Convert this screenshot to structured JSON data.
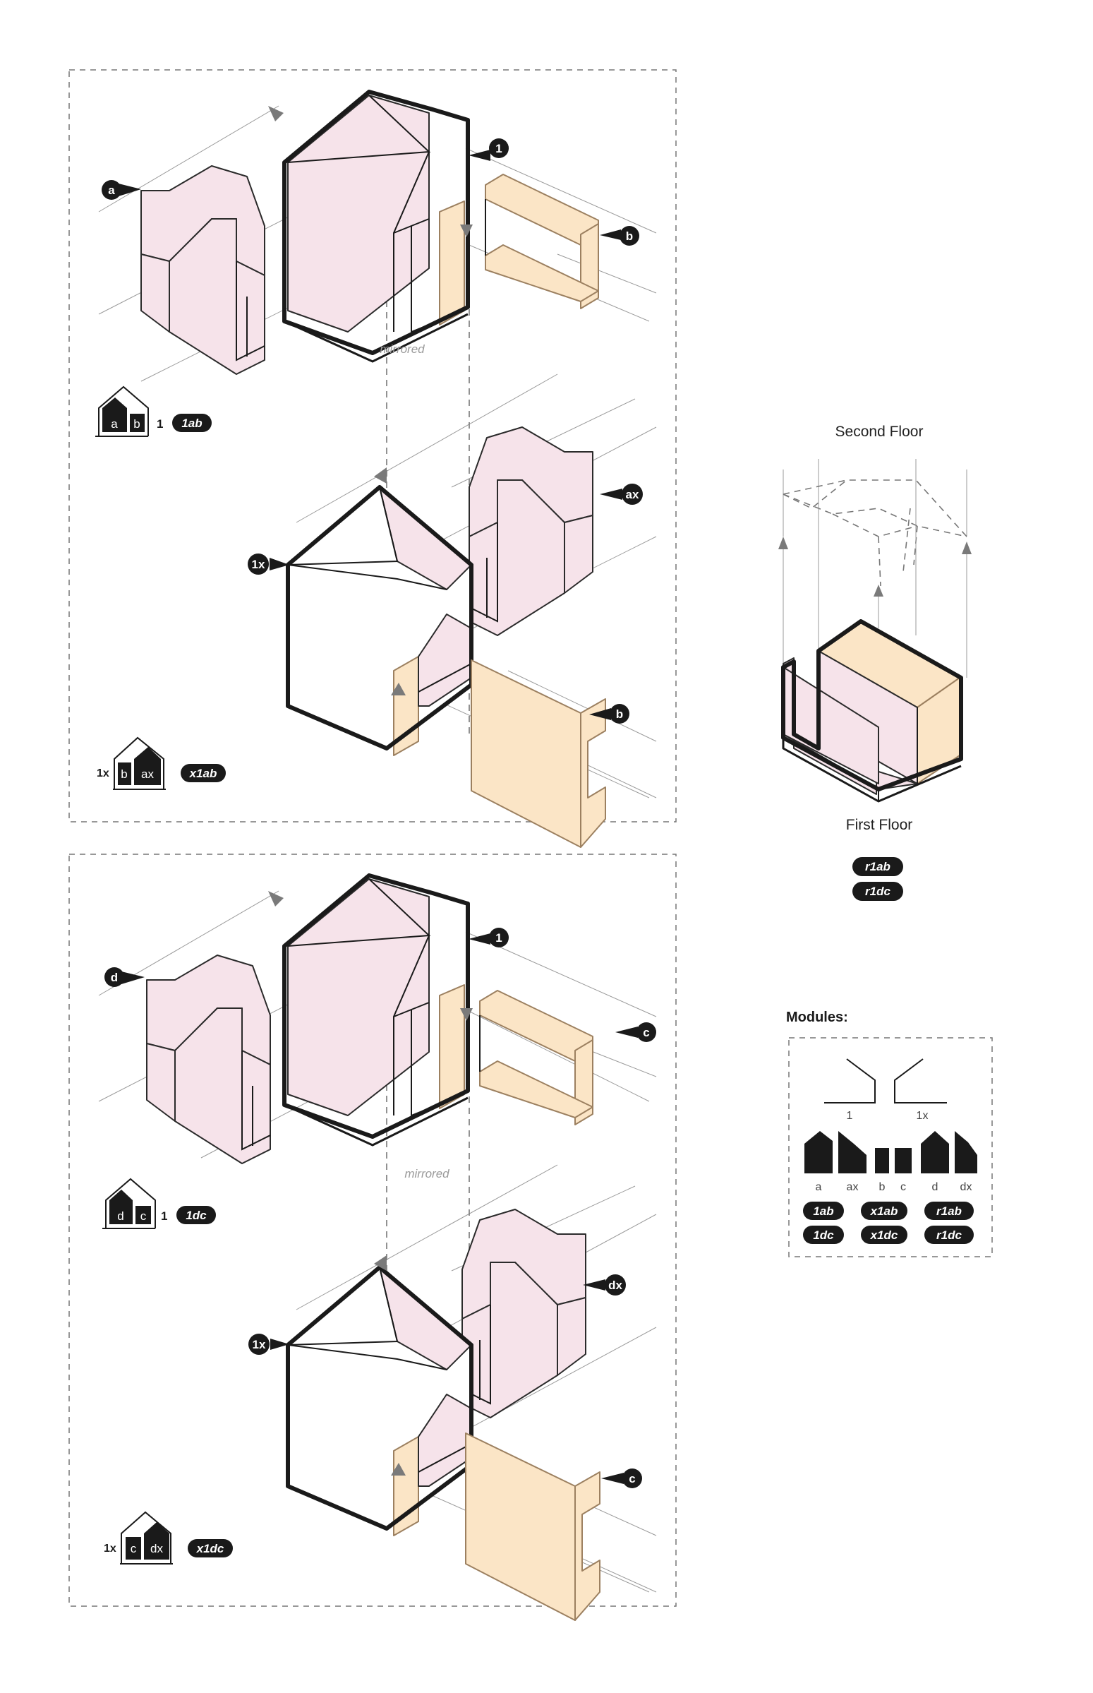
{
  "panels": [
    {
      "callouts": [
        "a",
        "1",
        "b",
        "1x",
        "ax",
        "b"
      ],
      "mirror_label": "mirrored",
      "legend_top": {
        "glyph_labels": [
          "a",
          "b"
        ],
        "count": "1",
        "code": "1ab"
      },
      "legend_bottom": {
        "prefix": "1x",
        "glyph_labels": [
          "b",
          "ax"
        ],
        "code": "x1ab"
      }
    },
    {
      "callouts": [
        "d",
        "1",
        "c",
        "1x",
        "dx",
        "c"
      ],
      "mirror_label": "mirrored",
      "legend_top": {
        "glyph_labels": [
          "d",
          "c"
        ],
        "count": "1",
        "code": "1dc"
      },
      "legend_bottom": {
        "prefix": "1x",
        "glyph_labels": [
          "c",
          "dx"
        ],
        "code": "x1dc"
      }
    }
  ],
  "stack": {
    "second_floor": "Second Floor",
    "first_floor": "First Floor",
    "codes": [
      "r1ab",
      "r1dc"
    ]
  },
  "modules": {
    "title": "Modules:",
    "roof_labels": [
      "1",
      "1x"
    ],
    "glyph_labels": [
      "a",
      "ax",
      "b",
      "c",
      "d",
      "dx"
    ],
    "codes": [
      [
        "1ab",
        "x1ab",
        "r1ab"
      ],
      [
        "1dc",
        "x1dc",
        "r1dc"
      ]
    ]
  },
  "colors": {
    "pink": "#f6e3ea",
    "peach": "#fbe5c6",
    "ink": "#1a1a1a"
  }
}
